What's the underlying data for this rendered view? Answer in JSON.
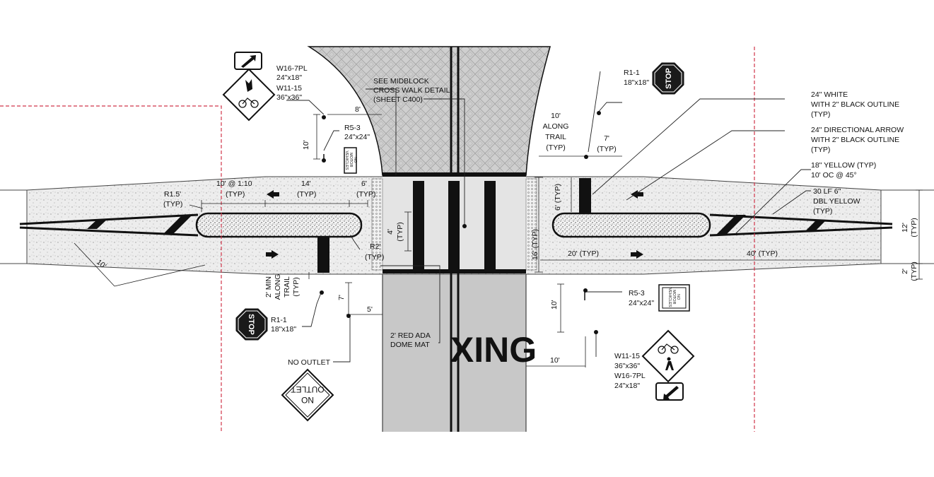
{
  "colors": {
    "road": "#c7c7c7",
    "crosswalk_pattern": "#d0d0d0",
    "trail": "#e9e9e9",
    "stripe": "#111111",
    "redline": "#d0354a",
    "white": "#ffffff"
  },
  "road_label": "XING",
  "labels": {
    "midblock_detail": [
      "SEE MIDBLOCK",
      "CROSS WALK DETAIL",
      "(SHEET C400)"
    ],
    "sign_w16_w11_left": [
      "W16-7PL",
      "24\"x18\"",
      "W11-15",
      "36\"x36\""
    ],
    "r5_3_left": [
      "R5-3",
      "24\"x24\""
    ],
    "dim_8": "8'",
    "dim_10_left": "10'",
    "taper_left": [
      "10' @ 1:10",
      "(TYP)"
    ],
    "dim_14": [
      "14'",
      "(TYP)"
    ],
    "dim_6_left": [
      "6'",
      "(TYP)"
    ],
    "r15": [
      "R1.5'",
      "(TYP)"
    ],
    "dim_4": [
      "4'",
      "(TYP)"
    ],
    "r2": [
      "R2'",
      "(TYP)"
    ],
    "dim_10_diag": "10'",
    "two_min": [
      "2' MIN",
      "ALONG",
      "TRAIL",
      "(TYP)"
    ],
    "dim_7_left": "7'",
    "dim_5": "5'",
    "r1_1_left": [
      "R1-1",
      "18\"x18\""
    ],
    "ada": [
      "2' RED ADA",
      "DOME MAT"
    ],
    "no_outlet_label": "NO OUTLET",
    "no_outlet_sign": [
      "NO",
      "OUTLET"
    ],
    "along_trail_right": [
      "10'",
      "ALONG",
      "TRAIL",
      "(TYP)"
    ],
    "dim_7_right": [
      "7'",
      "(TYP)"
    ],
    "r1_1_right": [
      "R1-1",
      "18\"x18\""
    ],
    "stop_text": "STOP",
    "white_outline": [
      "24\" WHITE",
      "WITH 2\" BLACK OUTLINE",
      "(TYP)"
    ],
    "arrow_outline": [
      "24\" DIRECTIONAL ARROW",
      "WITH 2\" BLACK OUTLINE",
      "(TYP)"
    ],
    "yellow_18": [
      "18\" YELLOW (TYP)",
      "10' OC @ 45°"
    ],
    "dbl_yellow": [
      "30 LF 6\"",
      "DBL YELLOW",
      "(TYP)"
    ],
    "dim_6_right": "6' (TYP)",
    "dim_16": "16' (TYP)",
    "dim_20": "20' (TYP)",
    "dim_40": "40' (TYP)",
    "dim_12": [
      "12'",
      "(TYP)"
    ],
    "dim_2": [
      "2'",
      "(TYP)"
    ],
    "r5_3_right": [
      "R5-3",
      "24\"x24\""
    ],
    "dim_10_right_vert": "10'",
    "dim_10_right_horiz": "10'",
    "sign_w11_w16_right": [
      "W11-15",
      "36\"x36\"",
      "W16-7PL",
      "24\"x18\""
    ],
    "no_motor_vehicles": [
      "NO",
      "MOTOR",
      "VEHICLES"
    ]
  }
}
